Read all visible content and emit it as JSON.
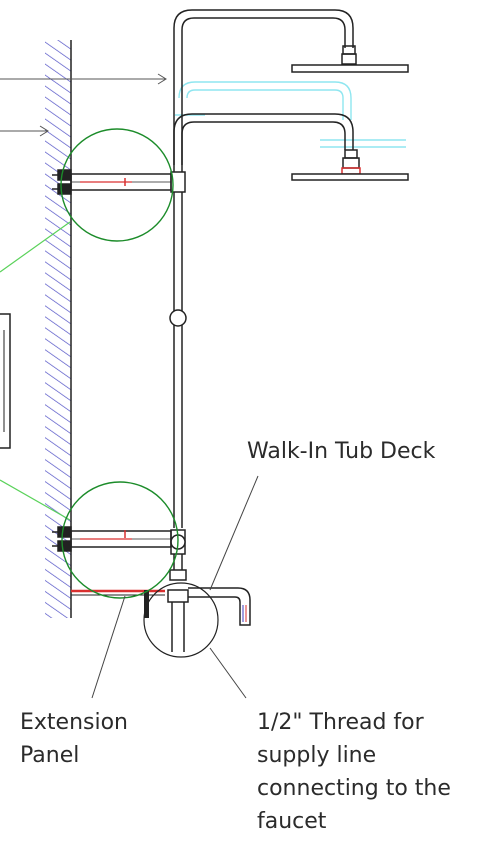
{
  "labels": {
    "deck": "Walk-In Tub Deck",
    "extension_line1": "Extension",
    "extension_line2": "Panel",
    "thread_line1": "1/2\" Thread for",
    "thread_line2": "supply line",
    "thread_line3": "connecting to the",
    "thread_line4": "faucet"
  },
  "colors": {
    "line": "#222222",
    "wall_hatch": "#3d3dbf",
    "callout_circle": "#1c8c2a",
    "leader_green": "#5ad25a",
    "ghost_cyan": "#8fe6f0",
    "red_accent": "#d93030",
    "text": "#2b2b2b"
  }
}
